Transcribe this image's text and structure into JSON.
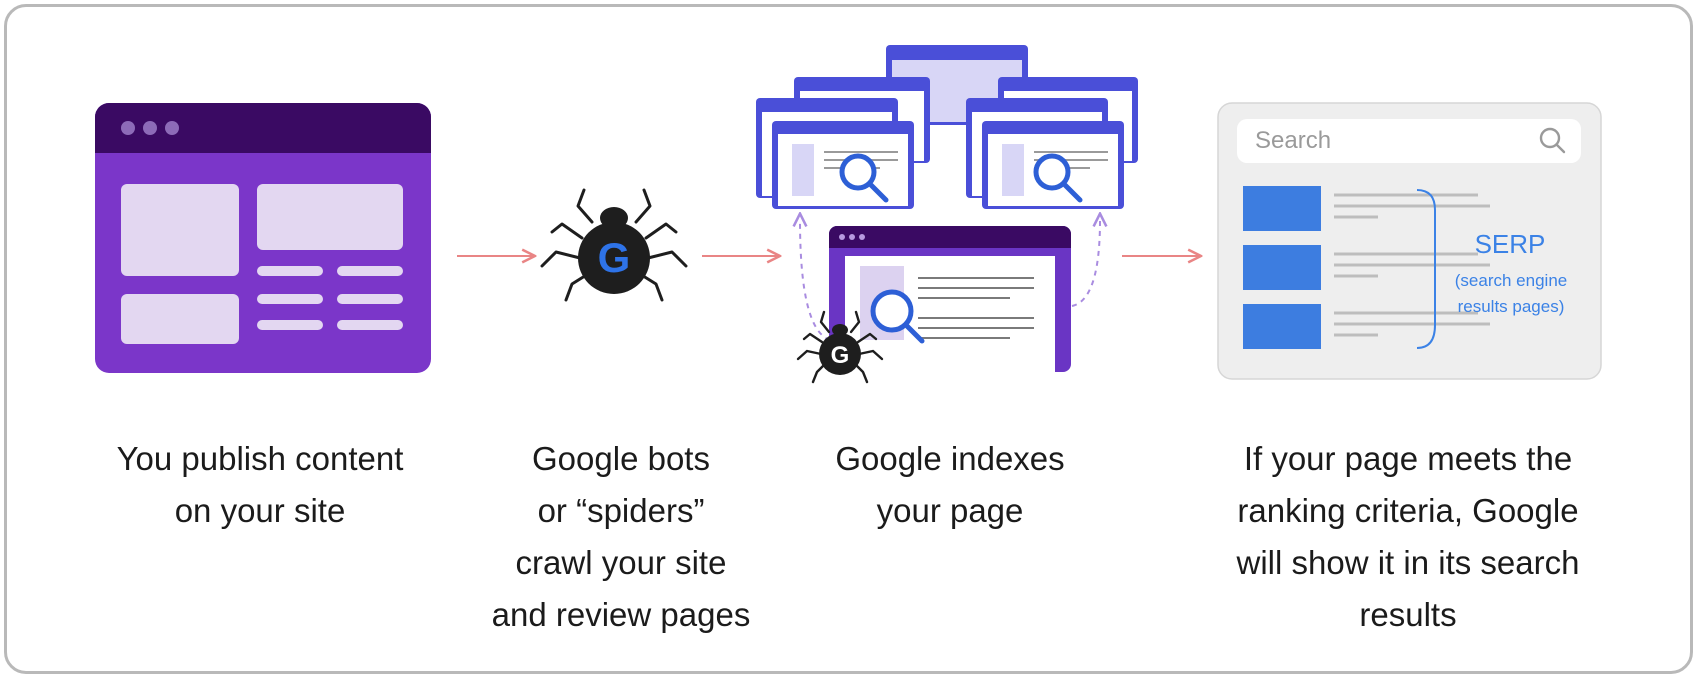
{
  "colors": {
    "purple_dark": "#3a0a63",
    "purple_body": "#7b36c9",
    "purple_block": "#e3d7f1",
    "blue_browser": "#4a4fd8",
    "blue_results": "#3d7de0",
    "arrow": "#e98585",
    "spider": "#1e1e1e",
    "google_blue": "#2e73e8"
  },
  "icons": {
    "spider_large": "spider-g-icon",
    "spider_small": "spider-g-icon",
    "magnifier": "magnifier-icon",
    "search": "search-icon"
  },
  "steps": [
    {
      "illustration": "purple-website-window",
      "caption_lines": [
        "You publish content",
        "on your site"
      ]
    },
    {
      "illustration": "google-spider",
      "caption_lines": [
        "Google bots",
        "or “spiders”",
        "crawl your site",
        "and review pages"
      ]
    },
    {
      "illustration": "indexed-pages-stack",
      "caption_lines": [
        "Google indexes",
        "your page"
      ]
    },
    {
      "illustration": "serp-window",
      "caption_lines": [
        "If your page meets the",
        "ranking criteria, Google",
        "will show it in its search",
        "results"
      ]
    }
  ],
  "spider_letter": "G",
  "serp": {
    "search_placeholder": "Search",
    "label": "SERP",
    "sublabel_lines": [
      "(search engine",
      "results pages)"
    ]
  }
}
